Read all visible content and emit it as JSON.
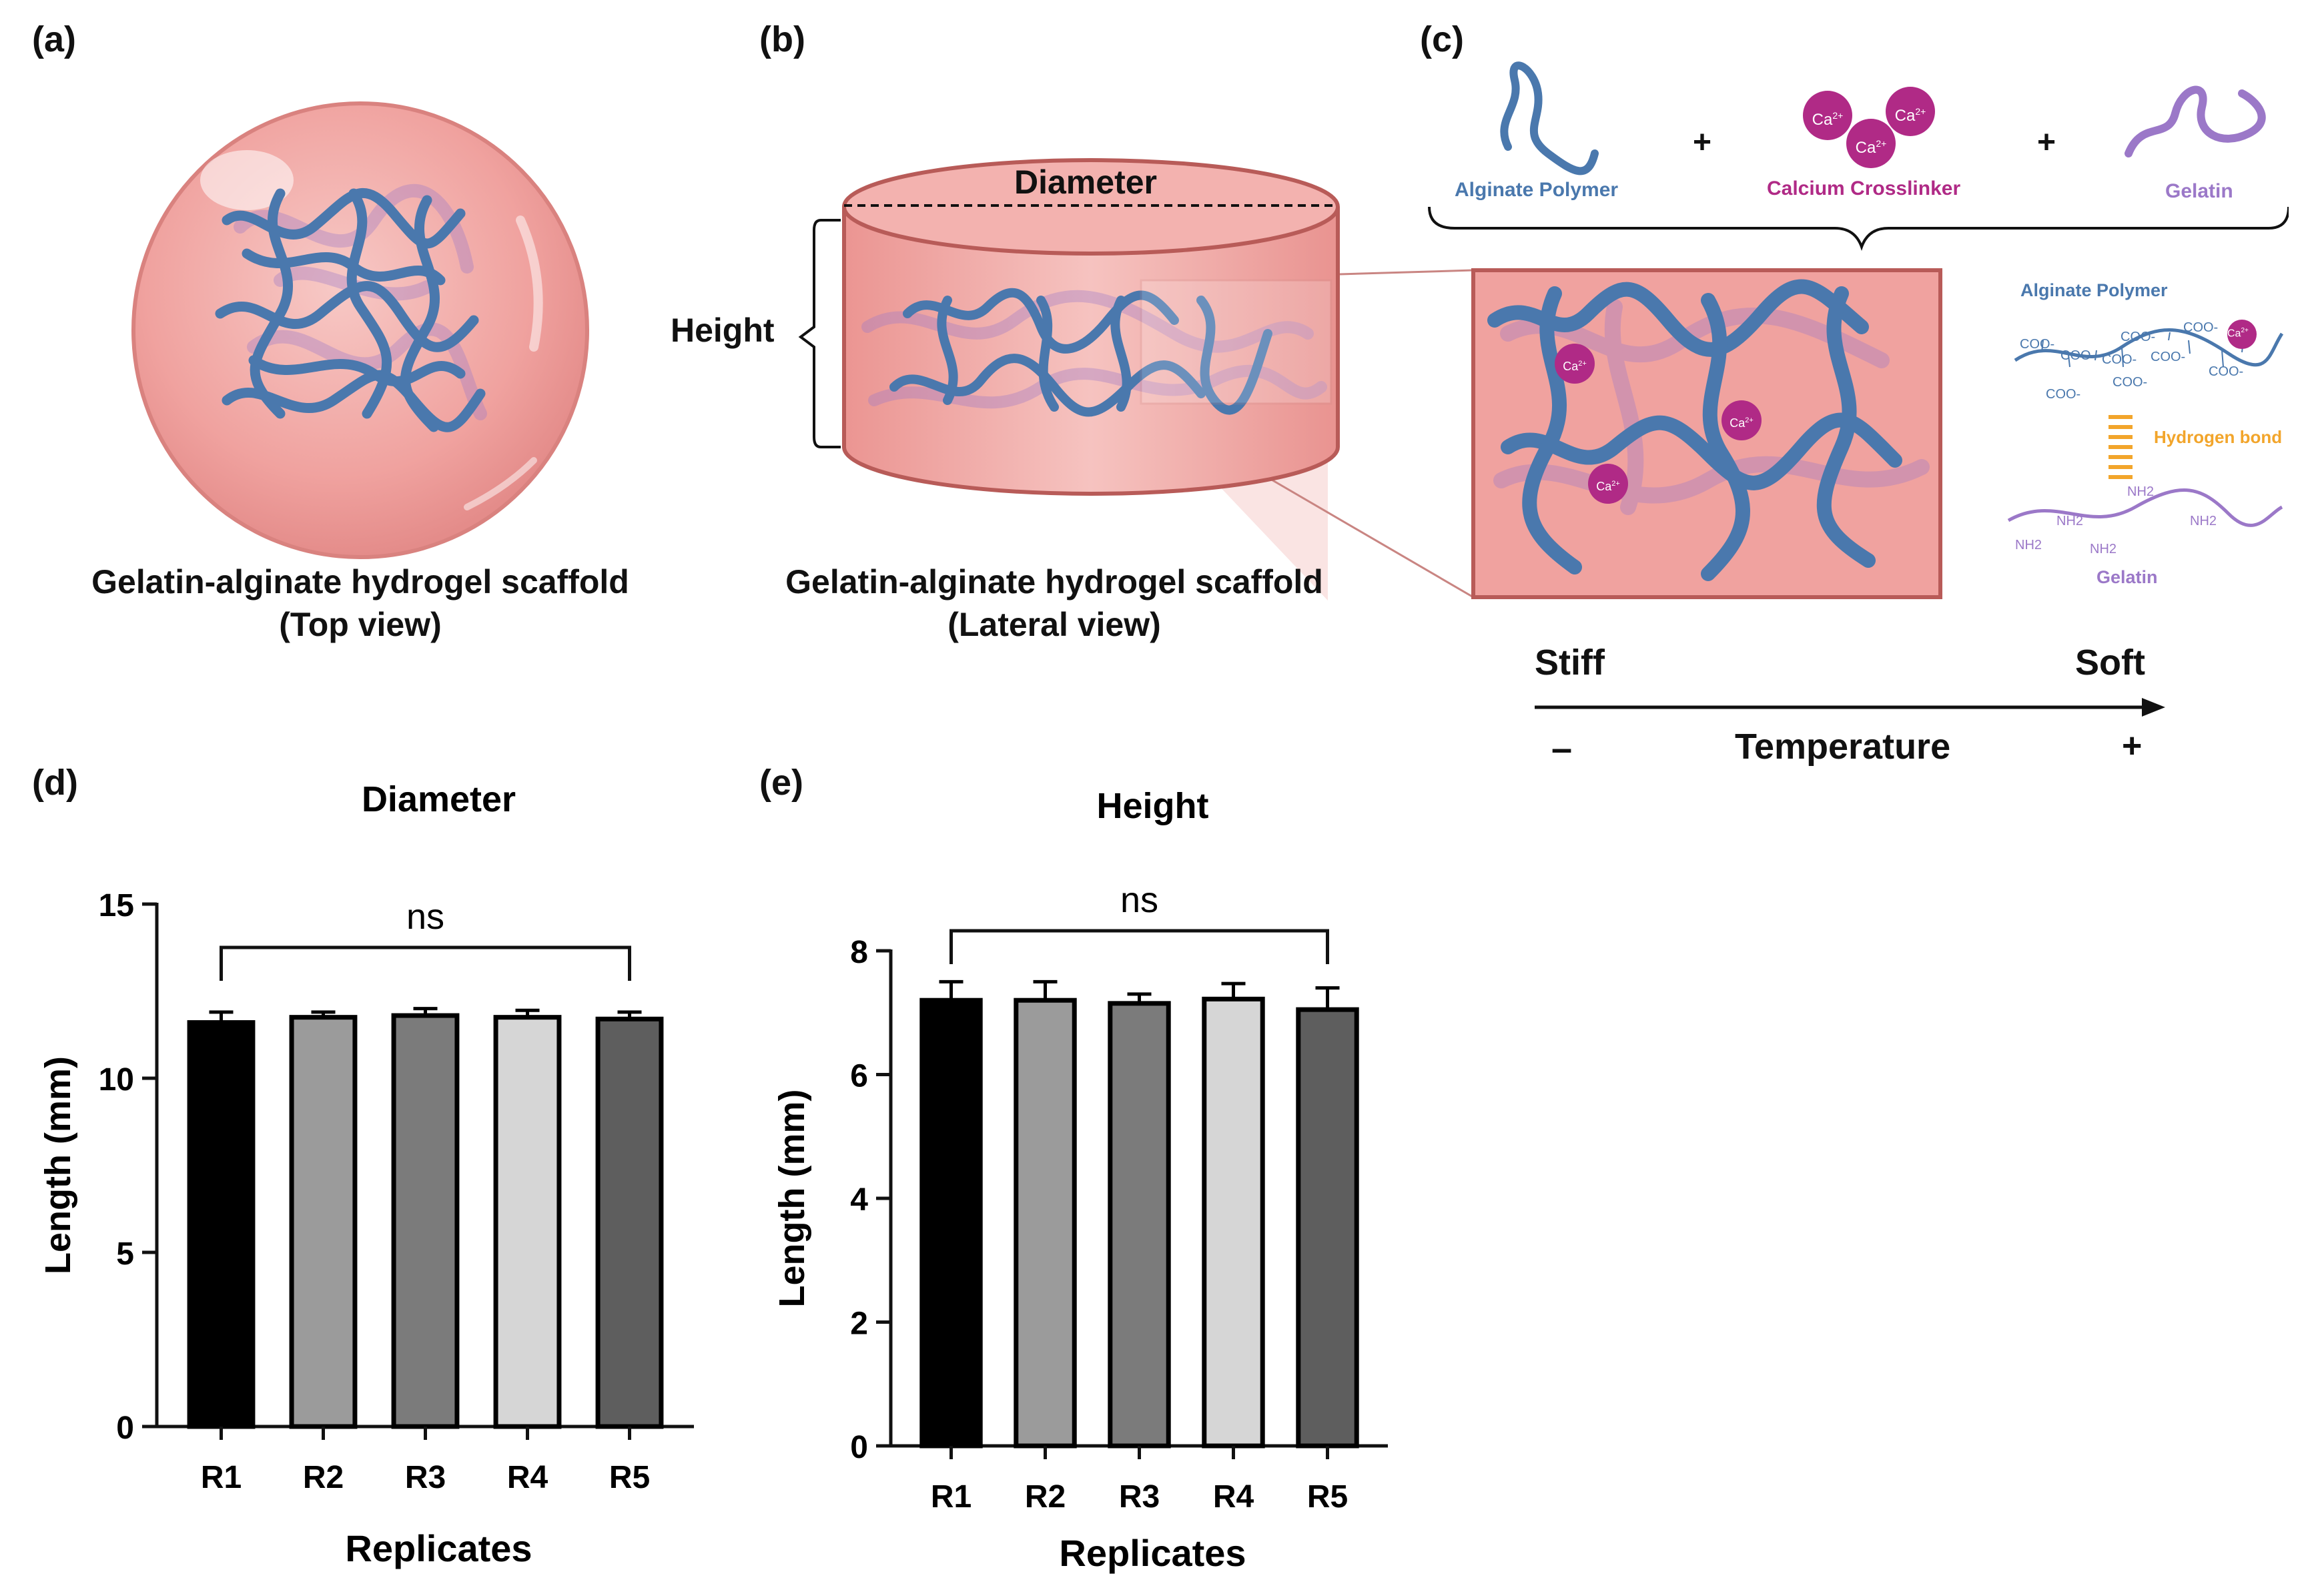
{
  "panels": {
    "a": {
      "label": "(a)",
      "caption_line1": "Gelatin-alginate hydrogel scaffold",
      "caption_line2": "(Top view)"
    },
    "b": {
      "label": "(b)",
      "diameter": "Diameter",
      "height": "Height",
      "caption_line1": "Gelatin-alginate hydrogel scaffold",
      "caption_line2": "(Lateral view)"
    },
    "c": {
      "label": "(c)",
      "alginate": "Alginate Polymer",
      "calcium": "Calcium Crosslinker",
      "gelatin": "Gelatin",
      "plus": "+",
      "ca_ion": "Ca",
      "ca_charge": "2+",
      "scheme": {
        "alginate_title": "Alginate Polymer",
        "coo": "COO-",
        "hbond": "Hydrogen bond",
        "nh2": "NH2",
        "gelatin_title": "Gelatin"
      },
      "stiff": "Stiff",
      "soft": "Soft",
      "temperature": "Temperature",
      "minus_sign": "–",
      "plus_sign": "+"
    },
    "d": {
      "label": "(d)"
    },
    "e": {
      "label": "(e)"
    }
  },
  "colors": {
    "alginate": "#4a78ad",
    "calcium": "#b02a86",
    "gelatin": "#9b78c8",
    "hydrogen_bond": "#f2a52b",
    "gel": "#f0a3a0"
  },
  "chart_data": [
    {
      "type": "bar",
      "title": "Diameter",
      "xlabel": "Replicates",
      "ylabel": "Length (mm)",
      "categories": [
        "R1",
        "R2",
        "R3",
        "R4",
        "R5"
      ],
      "values": [
        11.6,
        11.75,
        11.8,
        11.75,
        11.7
      ],
      "errors": [
        0.3,
        0.15,
        0.2,
        0.2,
        0.2
      ],
      "bar_colors": [
        "#000000",
        "#9b9b9b",
        "#7b7b7b",
        "#d6d6d6",
        "#5e5e5e"
      ],
      "ylim": [
        0,
        15
      ],
      "yticks": [
        0,
        5,
        10,
        15
      ],
      "significance": "ns"
    },
    {
      "type": "bar",
      "title": "Height",
      "xlabel": "Replicates",
      "ylabel": "Length (mm)",
      "categories": [
        "R1",
        "R2",
        "R3",
        "R4",
        "R5"
      ],
      "values": [
        7.2,
        7.2,
        7.15,
        7.22,
        7.05
      ],
      "errors": [
        0.3,
        0.3,
        0.15,
        0.25,
        0.35
      ],
      "bar_colors": [
        "#000000",
        "#9b9b9b",
        "#7b7b7b",
        "#d6d6d6",
        "#5e5e5e"
      ],
      "ylim": [
        0,
        8
      ],
      "yticks": [
        0,
        2,
        4,
        6,
        8
      ],
      "significance": "ns"
    }
  ]
}
